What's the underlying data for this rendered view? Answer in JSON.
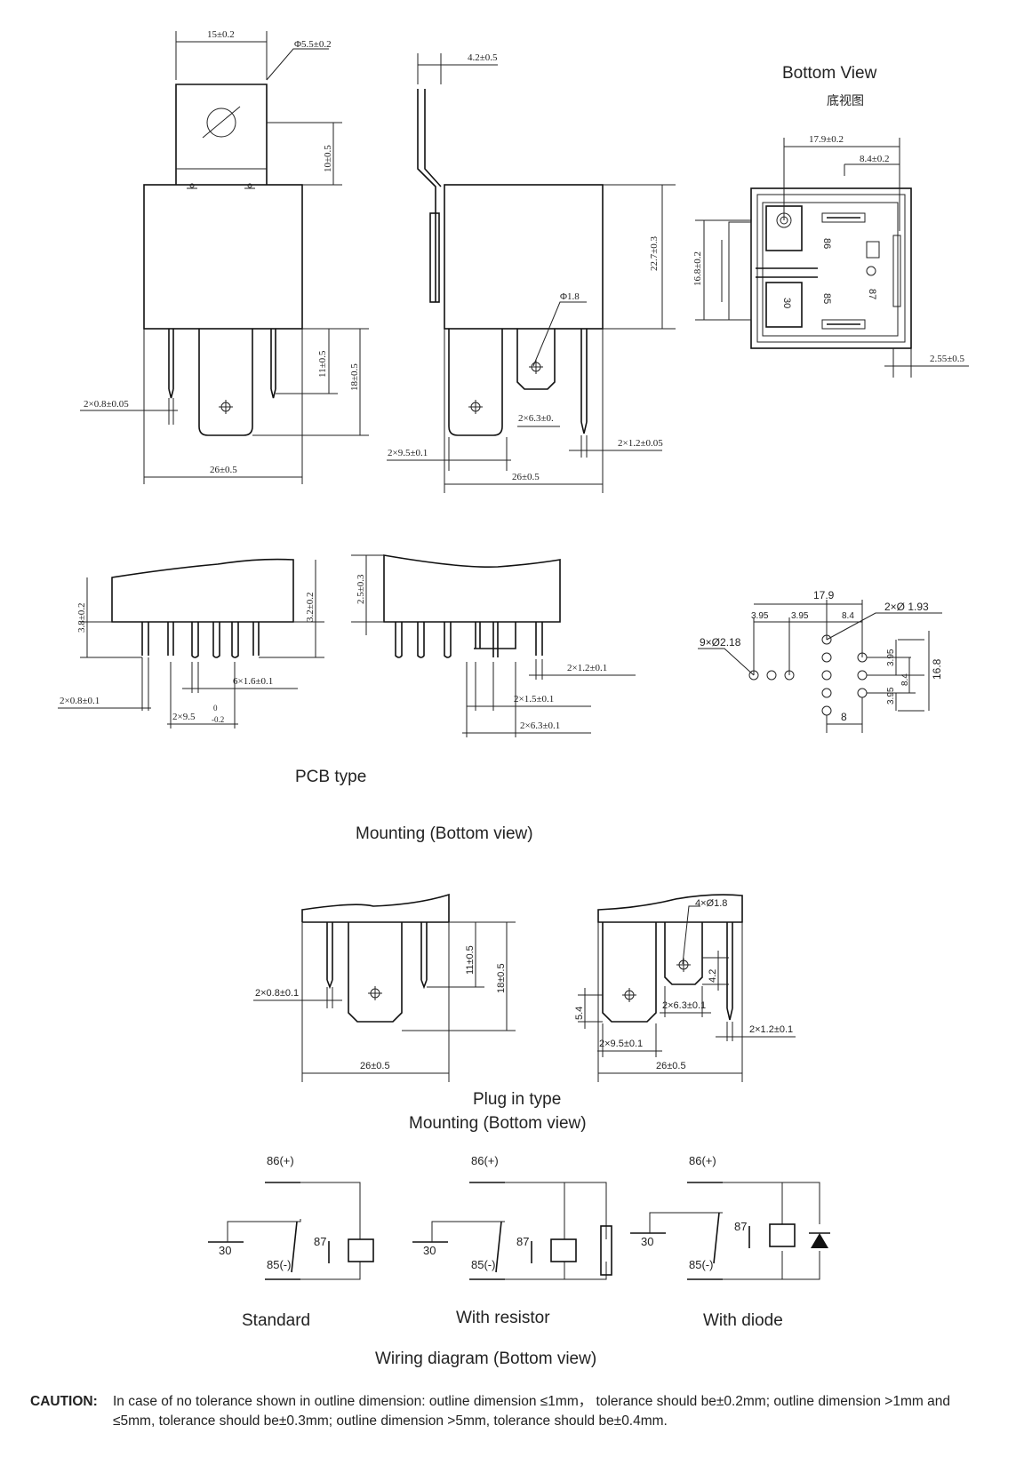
{
  "titles": {
    "bottom_view": "Bottom View",
    "bottom_view_cn": "底视图",
    "pcb_type": "PCB type",
    "mounting_1": "Mounting (Bottom view)",
    "plug_in_type": "Plug in type",
    "mounting_2": "Mounting (Bottom view)",
    "wiring_diagram": "Wiring diagram (Bottom view)"
  },
  "front_view": {
    "tab_width": "15±0.2",
    "hole_dia": "Φ5.5±0.2",
    "tab_height": "10±0.5",
    "pin_short": "11±0.5",
    "pin_long": "18±0.5",
    "pin_width": "2×0.8±0.05",
    "body_width": "26±0.5"
  },
  "side_view": {
    "tab_offset": "4.2±0.5",
    "body_height": "22.7±0.3",
    "hole_dia": "Φ1.8",
    "terminal_w": "2×6.3±0.",
    "terminal_9_5": "2×9.5±0.1",
    "pin_1_2": "2×1.2±0.05",
    "body_width": "26±0.5"
  },
  "bottom_view": {
    "width": "17.9±0.2",
    "offset": "8.4±0.2",
    "height": "16.8±0.2",
    "edge": "2.55±0.5",
    "labels": [
      "86",
      "30",
      "87",
      "85"
    ]
  },
  "pcb_front": {
    "h1": "3.8±0.2",
    "h2": "3.2±0.2",
    "pin_w": "2×0.8±0.1",
    "pin_6": "6×1.6±0.1",
    "pin_9_5": "2×9.5",
    "tol_up": "0",
    "tol_dn": "-0.2"
  },
  "pcb_side": {
    "h": "2.5±0.3",
    "pin_1_2": "2×1.2±0.1",
    "pin_1_5": "2×1.5±0.1",
    "pin_6_3": "2×6.3±0.1"
  },
  "hole_layout": {
    "total": "17.9",
    "a": "3.95",
    "b": "3.95",
    "c": "8.4",
    "d": "2×Ø 1.93",
    "e": "9×Ø2.18",
    "v1": "3.95",
    "v2": "8.4",
    "v3": "16.8",
    "v4": "3.95",
    "h8": "8"
  },
  "plug_front": {
    "pin_short": "11±0.5",
    "pin_long": "18±0.5",
    "pin_w": "2×0.8±0.1",
    "width": "26±0.5"
  },
  "plug_side": {
    "holes": "4×Ø1.8",
    "v42": "4.2",
    "v54": "5.4",
    "term": "2×6.3±0.1",
    "term2": "2×9.5±0.1",
    "pin": "2×1.2±0.1",
    "width": "26±0.5"
  },
  "wiring": {
    "p86": "86(+)",
    "p85": "85(-)",
    "p30": "30",
    "p87": "87",
    "standard": "Standard",
    "resistor": "With resistor",
    "diode": "With diode"
  },
  "caution": {
    "label": "CAUTION:",
    "text": "In case of no  tolerance shown in outline dimension: outline dimension ≤1mm， tolerance should be±0.2mm; outline dimension >1mm and ≤5mm, tolerance should be±0.3mm; outline dimension >5mm, tolerance should be±0.4mm."
  }
}
